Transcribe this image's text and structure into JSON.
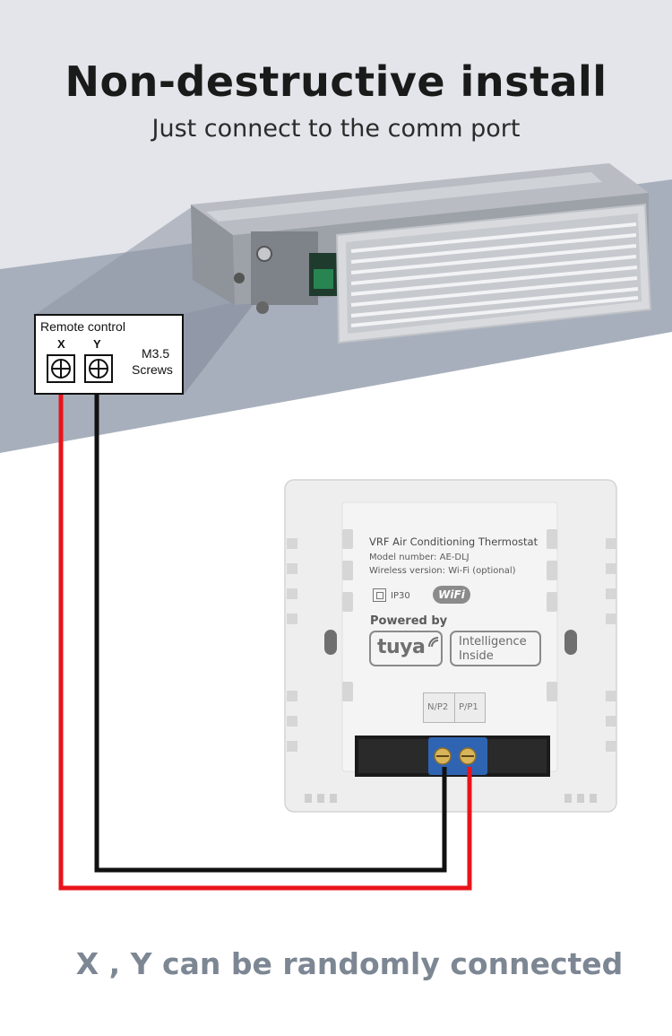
{
  "headline": "Non-destructive install",
  "subheadline": "Just connect to the comm port",
  "remote_control": {
    "title": "Remote control",
    "terminal_x": "X",
    "terminal_y": "Y",
    "screw_size": "M3.5",
    "screw_label": "Screws"
  },
  "thermostat_label": {
    "title": "VRF Air Conditioning Thermostat",
    "model": "Model number: AE-DLJ",
    "wireless": "Wireless version: Wi-Fi (optional)",
    "ip_rating": "IP30",
    "wifi_badge": "WiFi",
    "powered_by": "Powered by",
    "tuya": "tuya",
    "intelligence_l1": "Intelligence",
    "intelligence_l2": "Inside",
    "terminal_n": "N/P2",
    "terminal_p": "P/P1"
  },
  "footer": "X , Y can be randomly connected",
  "colors": {
    "wire_red": "#e8141b",
    "wire_black": "#111111",
    "band_light": "#e3e5ea",
    "band_dark": "#a8afbc"
  }
}
